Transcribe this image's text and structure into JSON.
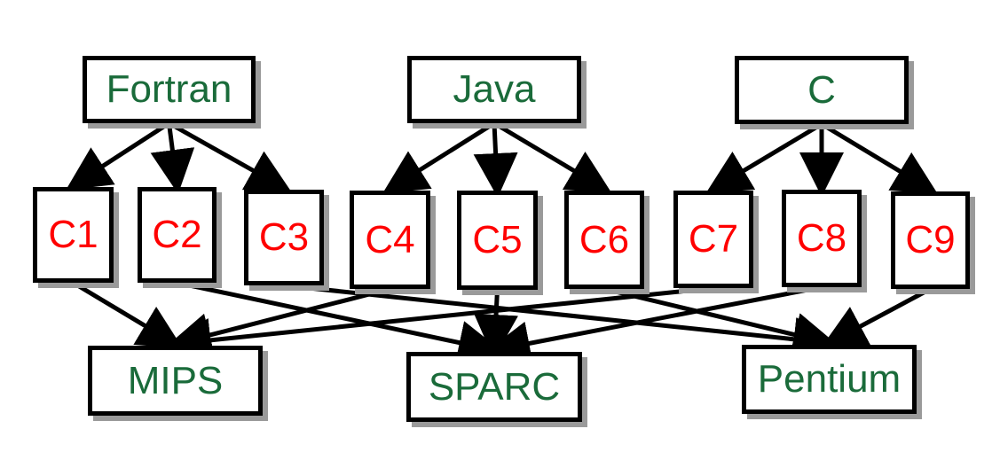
{
  "diagram": {
    "languages": [
      {
        "id": "fortran",
        "label": "Fortran"
      },
      {
        "id": "java",
        "label": "Java"
      },
      {
        "id": "c",
        "label": "C"
      }
    ],
    "compilers": [
      {
        "id": "c1",
        "label": "C1",
        "from": "fortran",
        "to": "mips"
      },
      {
        "id": "c2",
        "label": "C2",
        "from": "fortran",
        "to": "sparc"
      },
      {
        "id": "c3",
        "label": "C3",
        "from": "fortran",
        "to": "pentium"
      },
      {
        "id": "c4",
        "label": "C4",
        "from": "java",
        "to": "mips"
      },
      {
        "id": "c5",
        "label": "C5",
        "from": "java",
        "to": "sparc"
      },
      {
        "id": "c6",
        "label": "C6",
        "from": "java",
        "to": "pentium"
      },
      {
        "id": "c7",
        "label": "C7",
        "from": "c",
        "to": "mips"
      },
      {
        "id": "c8",
        "label": "C8",
        "from": "c",
        "to": "sparc"
      },
      {
        "id": "c9",
        "label": "C9",
        "from": "c",
        "to": "pentium"
      }
    ],
    "machines": [
      {
        "id": "mips",
        "label": "MIPS"
      },
      {
        "id": "sparc",
        "label": "SPARC"
      },
      {
        "id": "pentium",
        "label": "Pentium"
      }
    ],
    "colors": {
      "language_text": "#1a6b3a",
      "compiler_text": "#ff0000",
      "machine_text": "#1a6b3a",
      "border": "#000000",
      "shadow": "#9a9a9a"
    }
  }
}
